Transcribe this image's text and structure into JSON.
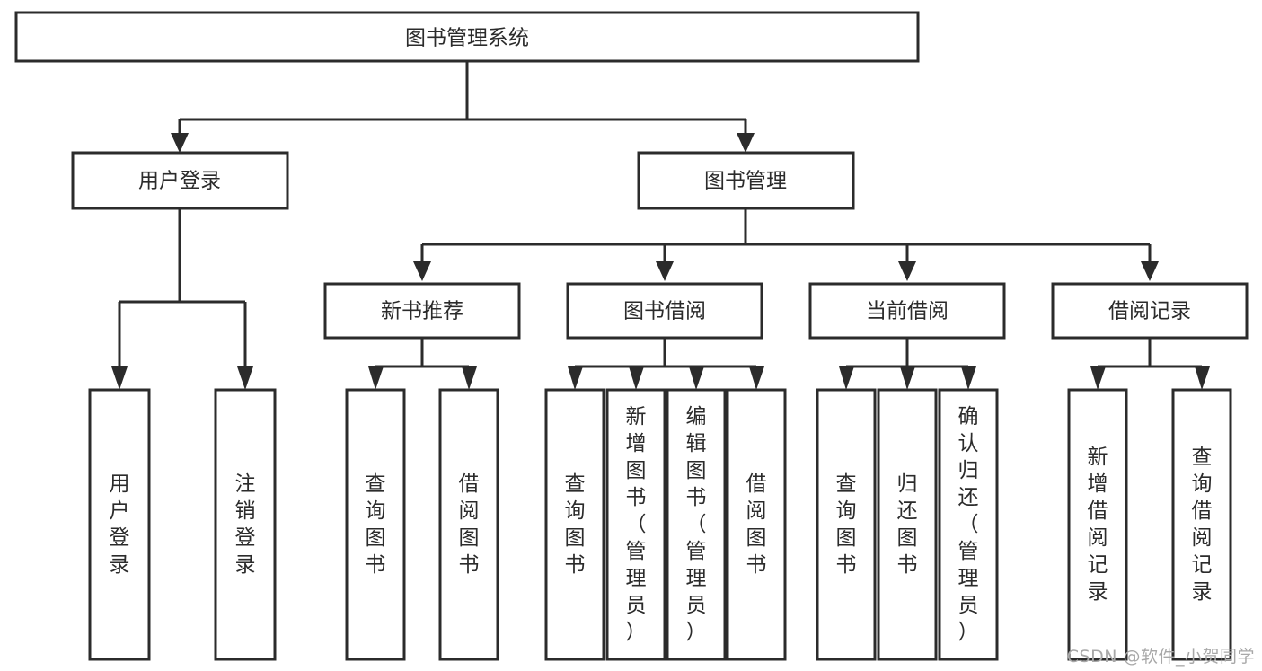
{
  "diagram": {
    "type": "tree",
    "title": "图书管理系统",
    "watermark": "CSDN @软件_小贺同学",
    "colors": {
      "box_stroke": "#2b2b2b",
      "box_fill": "#ffffff",
      "connector": "#2b2b2b",
      "text": "#2b2b2b",
      "background": "#ffffff",
      "watermark": "#a8a8a8"
    },
    "root": {
      "label": "图书管理系统"
    },
    "level2": [
      {
        "label": "用户登录"
      },
      {
        "label": "图书管理"
      }
    ],
    "level3": [
      {
        "label": "新书推荐"
      },
      {
        "label": "图书借阅"
      },
      {
        "label": "当前借阅"
      },
      {
        "label": "借阅记录"
      }
    ],
    "leaves": {
      "user_login": [
        {
          "label": "用户登录"
        },
        {
          "label": "注销登录"
        }
      ],
      "new_book": [
        {
          "label": "查询图书"
        },
        {
          "label": "借阅图书"
        }
      ],
      "book_borrow": [
        {
          "label": "查询图书"
        },
        {
          "label": "新增图书（管理员）"
        },
        {
          "label": "编辑图书（管理员）"
        },
        {
          "label": "借阅图书"
        }
      ],
      "current_borrow": [
        {
          "label": "查询图书"
        },
        {
          "label": "归还图书"
        },
        {
          "label": "确认归还（管理员）"
        }
      ],
      "borrow_record": [
        {
          "label": "新增借阅记录"
        },
        {
          "label": "查询借阅记录"
        }
      ]
    }
  }
}
